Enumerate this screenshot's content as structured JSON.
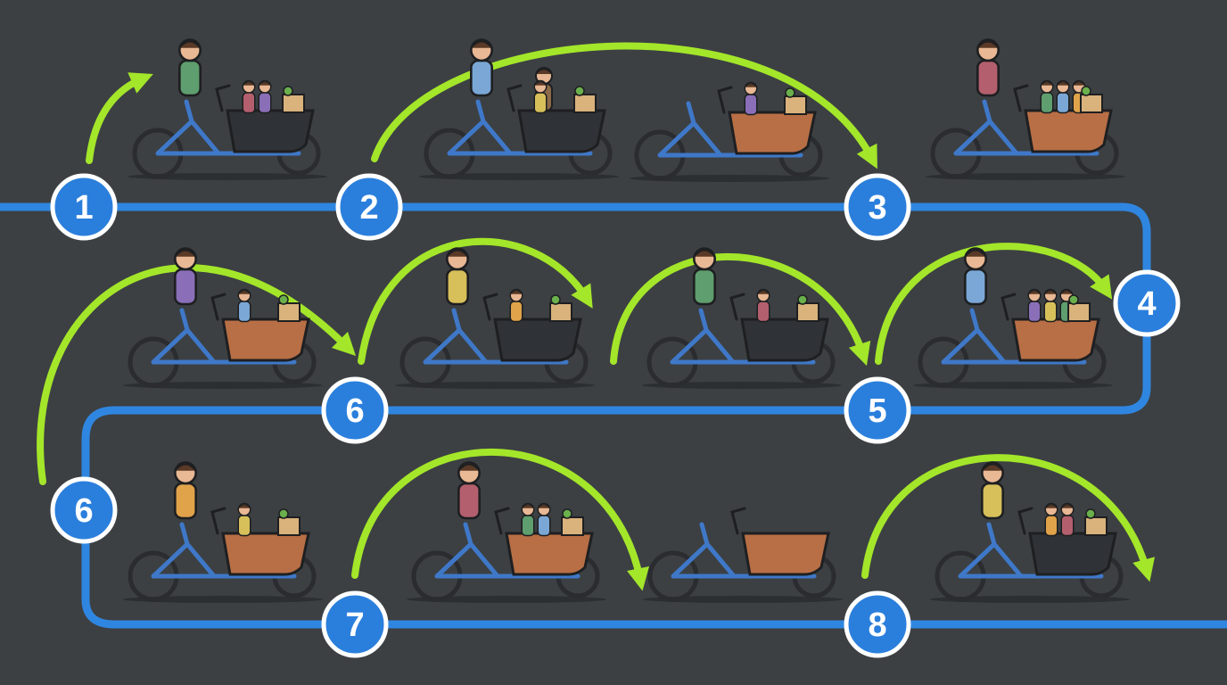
{
  "colors": {
    "background": "#3c4043",
    "route": "#2f86e0",
    "marker_fill": "#2b7fdc",
    "marker_ring": "#ffffff",
    "arrow": "#a4e62a",
    "outline": "#1e1f21",
    "frame": "#3f78c8",
    "box_wood": "#b86f45",
    "box_black": "#2f3236",
    "wheel": "#2a2c2f"
  },
  "markers": [
    {
      "id": "m1",
      "label": "1"
    },
    {
      "id": "m2",
      "label": "2"
    },
    {
      "id": "m3",
      "label": "3"
    },
    {
      "id": "m4",
      "label": "4"
    },
    {
      "id": "m5",
      "label": "5"
    },
    {
      "id": "m6a",
      "label": "6"
    },
    {
      "id": "m6b",
      "label": "6"
    },
    {
      "id": "m7",
      "label": "7"
    },
    {
      "id": "m8",
      "label": "8"
    }
  ],
  "bikes": [
    {
      "id": "row1-bike1",
      "box": "black",
      "riders": [
        "parent",
        "child",
        "child"
      ],
      "cargo": [
        "bag"
      ]
    },
    {
      "id": "row1-bike2",
      "box": "black",
      "riders": [
        "parent",
        "adult",
        "child"
      ],
      "cargo": [
        "bag"
      ]
    },
    {
      "id": "row1-bike3",
      "box": "wood",
      "riders": [
        "child"
      ],
      "cargo": [
        "bag"
      ]
    },
    {
      "id": "row1-bike4",
      "box": "wood",
      "riders": [
        "parent",
        "child",
        "child",
        "child"
      ],
      "cargo": [
        "bag"
      ]
    },
    {
      "id": "row2-bike1",
      "box": "wood",
      "riders": [
        "parent",
        "child"
      ],
      "cargo": [
        "bag"
      ]
    },
    {
      "id": "row2-bike2",
      "box": "black",
      "riders": [
        "parent",
        "child"
      ],
      "cargo": [
        "bag"
      ]
    },
    {
      "id": "row2-bike3",
      "box": "black",
      "riders": [
        "parent",
        "child"
      ],
      "cargo": [
        "bag"
      ]
    },
    {
      "id": "row2-bike4",
      "box": "wood",
      "riders": [
        "parent",
        "child",
        "child",
        "child"
      ],
      "cargo": [
        "bag"
      ]
    },
    {
      "id": "row3-bike1",
      "box": "wood",
      "riders": [
        "parent",
        "child"
      ],
      "cargo": [
        "bag"
      ]
    },
    {
      "id": "row3-bike2",
      "box": "wood",
      "riders": [
        "parent",
        "child",
        "child"
      ],
      "cargo": [
        "bag"
      ]
    },
    {
      "id": "row3-bike3",
      "box": "wood",
      "riders": [],
      "cargo": []
    },
    {
      "id": "row3-bike4",
      "box": "black",
      "riders": [
        "parent",
        "child",
        "child"
      ],
      "cargo": [
        "bag"
      ]
    }
  ]
}
